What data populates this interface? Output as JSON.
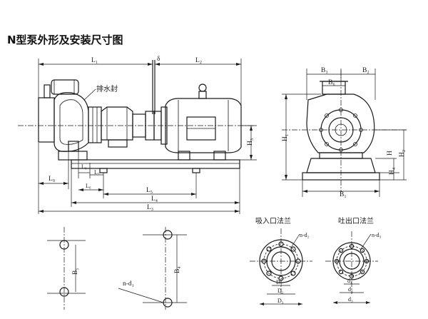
{
  "title": "N型泵外形及安装尺寸图",
  "labels": {
    "L1": "L₁",
    "L2": "L₂",
    "L3": "L₃",
    "L4": "L₄",
    "L5": "L₅",
    "L6": "L₆",
    "L7": "L₇",
    "L8": "L₈",
    "L9": "L₉",
    "delta": "δ",
    "H": "H",
    "H1": "H₁",
    "H2": "H₂",
    "H3": "H₃",
    "H4": "H₄",
    "B1": "B₁",
    "B2": "B₂",
    "B3": "B₃",
    "B4": "B₄",
    "B5": "B₅",
    "B6": "B₆",
    "seal_water": "排水封",
    "nd1": "n-d₁",
    "nd2": "n-d₂",
    "nd3": "n-d₃",
    "D1": "D₁",
    "D2": "D₂",
    "D3": "D₃",
    "d1": "d₁",
    "d2": "d₂",
    "d3": "d₃"
  },
  "captions": {
    "suction_flange": "吸入口法兰",
    "discharge_flange": "吐出口法兰"
  }
}
